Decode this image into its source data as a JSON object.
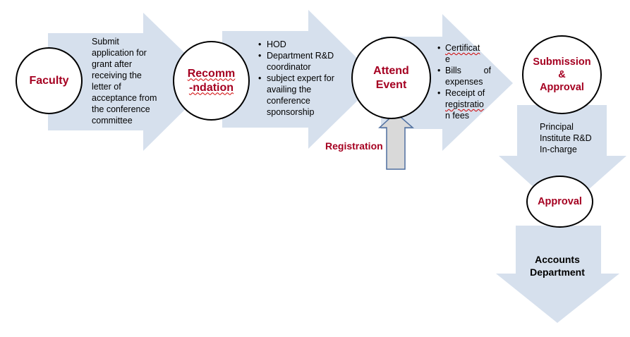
{
  "nodes": {
    "faculty": "Faculty",
    "recommendation_line1": "Recomm",
    "recommendation_line2": "-ndation",
    "attend_event_line1": "Attend",
    "attend_event_line2": "Event",
    "submission_line1": "Submission",
    "submission_line2": "&",
    "submission_line3": "Approval",
    "approval": "Approval"
  },
  "texts": {
    "submit_application": [
      "Submit",
      "application for",
      "grant after",
      "receiving the",
      "letter of",
      "acceptance from",
      "the conference",
      "committee"
    ],
    "recommenders": [
      "HOD",
      "Department R&D coordinator",
      "subject expert for availing the conference sponsorship"
    ],
    "documents": [
      {
        "line1": "Certificat",
        "line2": "e"
      },
      {
        "line1": "Bills of",
        "line2": "expenses"
      },
      {
        "line1": "Receipt of",
        "line2": "registratio",
        "line3": "n fees"
      }
    ],
    "approvers": [
      "Principal",
      "Institute R&D",
      "In-charge"
    ],
    "registration": "Registration",
    "accounts_line1": "Accounts",
    "accounts_line2": "Department"
  },
  "colors": {
    "arrow_fill": "#d6e0ed",
    "up_arrow_fill": "#d9d9d9",
    "up_arrow_stroke": "#4f6f9f",
    "label_red": "#a50021"
  }
}
